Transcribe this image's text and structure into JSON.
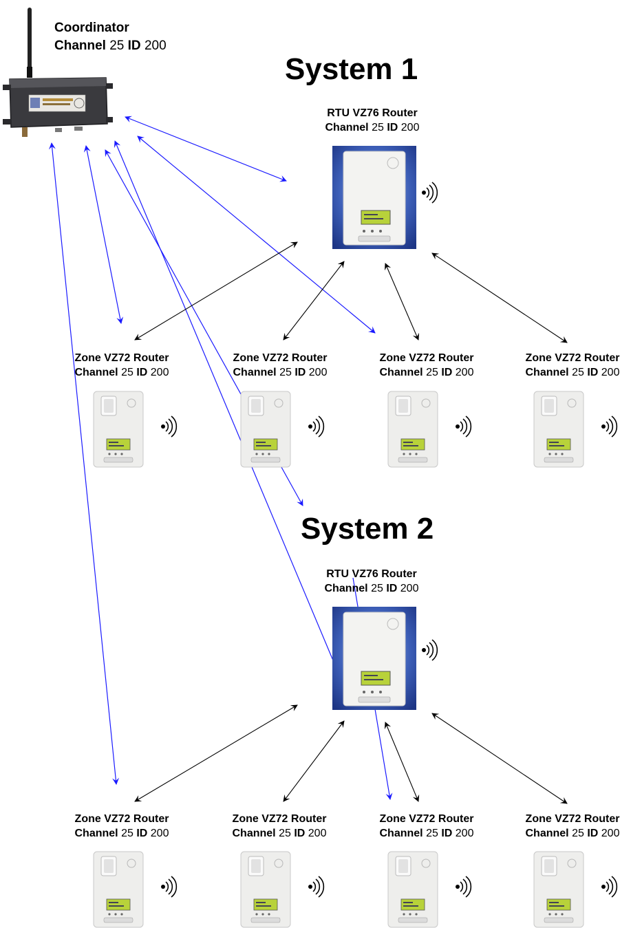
{
  "coordinator": {
    "title": "Coordinator",
    "channel_label": "Channel",
    "channel_value": "25",
    "id_label": "ID",
    "id_value": "200"
  },
  "systems": [
    {
      "title": "System 1",
      "rtu": {
        "name": "RTU VZ76 Router",
        "channel_label": "Channel",
        "channel_value": "25",
        "id_label": "ID",
        "id_value": "200"
      },
      "zones": [
        {
          "name": "Zone VZ72 Router",
          "channel_label": "Channel",
          "channel_value": "25",
          "id_label": "ID",
          "id_value": "200"
        },
        {
          "name": "Zone VZ72 Router",
          "channel_label": "Channel",
          "channel_value": "25",
          "id_label": "ID",
          "id_value": "200"
        },
        {
          "name": "Zone VZ72 Router",
          "channel_label": "Channel",
          "channel_value": "25",
          "id_label": "ID",
          "id_value": "200"
        },
        {
          "name": "Zone VZ72 Router",
          "channel_label": "Channel",
          "channel_value": "25",
          "id_label": "ID",
          "id_value": "200"
        }
      ]
    },
    {
      "title": "System 2",
      "rtu": {
        "name": "RTU VZ76 Router",
        "channel_label": "Channel",
        "channel_value": "25",
        "id_label": "ID",
        "id_value": "200"
      },
      "zones": [
        {
          "name": "Zone VZ72 Router",
          "channel_label": "Channel",
          "channel_value": "25",
          "id_label": "ID",
          "id_value": "200"
        },
        {
          "name": "Zone VZ72 Router",
          "channel_label": "Channel",
          "channel_value": "25",
          "id_label": "ID",
          "id_value": "200"
        },
        {
          "name": "Zone VZ72 Router",
          "channel_label": "Channel",
          "channel_value": "25",
          "id_label": "ID",
          "id_value": "200"
        },
        {
          "name": "Zone VZ72 Router",
          "channel_label": "Channel",
          "channel_value": "25",
          "id_label": "ID",
          "id_value": "200"
        }
      ]
    }
  ],
  "colors": {
    "coordinator_link": "#1a1aff",
    "local_link": "#000000",
    "device_screen": "#b8d23a",
    "rtu_background": "#2b4da8"
  },
  "icons": {
    "coordinator": "wireless-coordinator-device",
    "rtu": "rtu-controller-device",
    "zone": "zone-controller-device",
    "signal": "wireless-signal-icon"
  }
}
